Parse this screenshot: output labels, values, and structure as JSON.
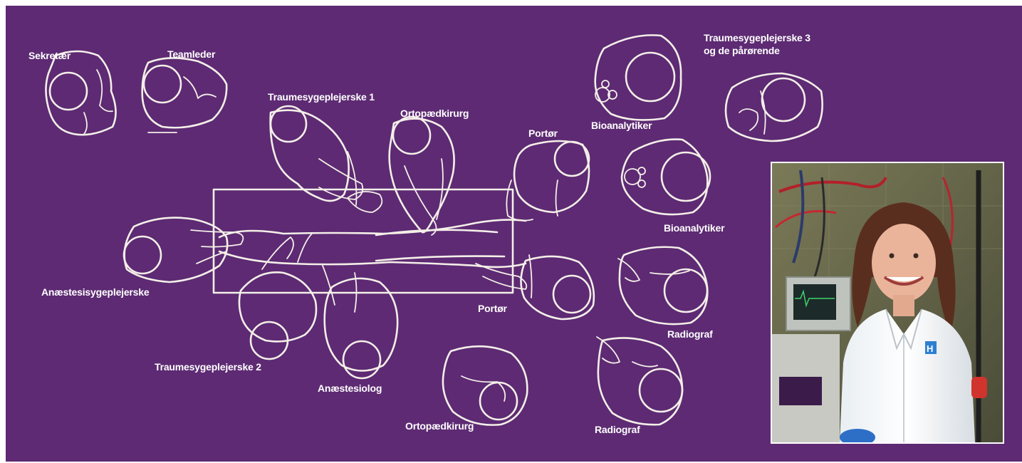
{
  "labels": {
    "sekretaer": "Sekretær",
    "teamleder": "Teamleder",
    "traumesygeplejerske_1": "Traumesygeplejerske 1",
    "ortopaedkirurg_top": "Ortopædkirurg",
    "portor_top": "Portør",
    "bioanalytiker_1": "Bioanalytiker",
    "traumesygeplejerske_3": "Traumesygeplejerske 3\nog de pårørende",
    "bioanalytiker_2": "Bioanalytiker",
    "anaestesisygeplejerske": "Anæstesisygeplejerske",
    "portor_bottom": "Portør",
    "radiograf_1": "Radiograf",
    "traumesygeplejerske_2": "Traumesygeplejerske 2",
    "anaestesiolog": "Anæstesiolog",
    "ortopaedkirurg_bottom": "Ortopædkirurg",
    "radiograf_2": "Radiograf"
  },
  "colors": {
    "background": "#5d2a73",
    "chalk": "#f4efe8",
    "photo_border": "#ffffff"
  }
}
